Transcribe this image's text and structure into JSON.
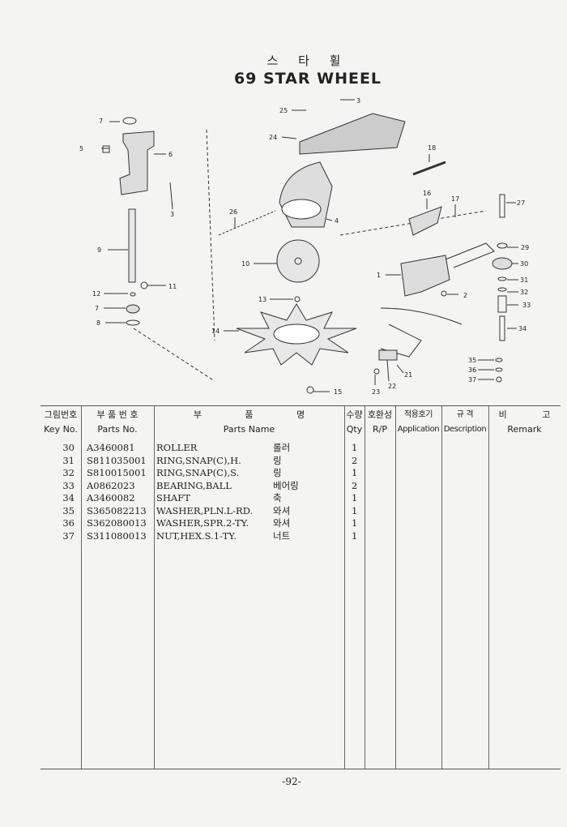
{
  "title": {
    "korean": "스 타 휠",
    "english": "69 STAR WHEEL"
  },
  "diagram_labels": [
    "7",
    "5",
    "6",
    "3",
    "9",
    "12",
    "11",
    "7",
    "8",
    "25",
    "3",
    "24",
    "18",
    "16",
    "17",
    "27",
    "26",
    "4",
    "10",
    "1",
    "29",
    "30",
    "31",
    "32",
    "33",
    "34",
    "2",
    "13",
    "14",
    "15",
    "35",
    "36",
    "37",
    "21",
    "22",
    "23"
  ],
  "table": {
    "headers": [
      {
        "ko": "그림번호",
        "en": "Key No."
      },
      {
        "ko": "부 품 번 호",
        "en": "Parts No."
      },
      {
        "ko": "부 품 명",
        "en": "Parts Name"
      },
      {
        "ko": "수량",
        "en": "Qty"
      },
      {
        "ko": "호환성",
        "en": "R/P"
      },
      {
        "ko": "적용호기",
        "en": "Application"
      },
      {
        "ko": "규 격",
        "en": "Description"
      },
      {
        "ko": "비 고",
        "en": "Remark"
      }
    ],
    "rows": [
      {
        "key": "30",
        "part_no": "A3460081",
        "name": "ROLLER",
        "name_ko": "롤러",
        "qty": "1"
      },
      {
        "key": "31",
        "part_no": "S811035001",
        "name": "RING,SNAP(C),H.",
        "name_ko": "링",
        "qty": "2"
      },
      {
        "key": "32",
        "part_no": "S810015001",
        "name": "RING,SNAP(C),S.",
        "name_ko": "링",
        "qty": "1"
      },
      {
        "key": "33",
        "part_no": "A0862023",
        "name": "BEARING,BALL",
        "name_ko": "베어링",
        "qty": "2"
      },
      {
        "key": "34",
        "part_no": "A3460082",
        "name": "SHAFT",
        "name_ko": "축",
        "qty": "1"
      },
      {
        "key": "35",
        "part_no": "S365082213",
        "name": "WASHER,PLN.L-RD.",
        "name_ko": "와셔",
        "qty": "1"
      },
      {
        "key": "36",
        "part_no": "S362080013",
        "name": "WASHER,SPR.2-TY.",
        "name_ko": "와셔",
        "qty": "1"
      },
      {
        "key": "37",
        "part_no": "S311080013",
        "name": "NUT,HEX.S.1-TY.",
        "name_ko": "너트",
        "qty": "1"
      }
    ]
  },
  "page_number": "-92-"
}
